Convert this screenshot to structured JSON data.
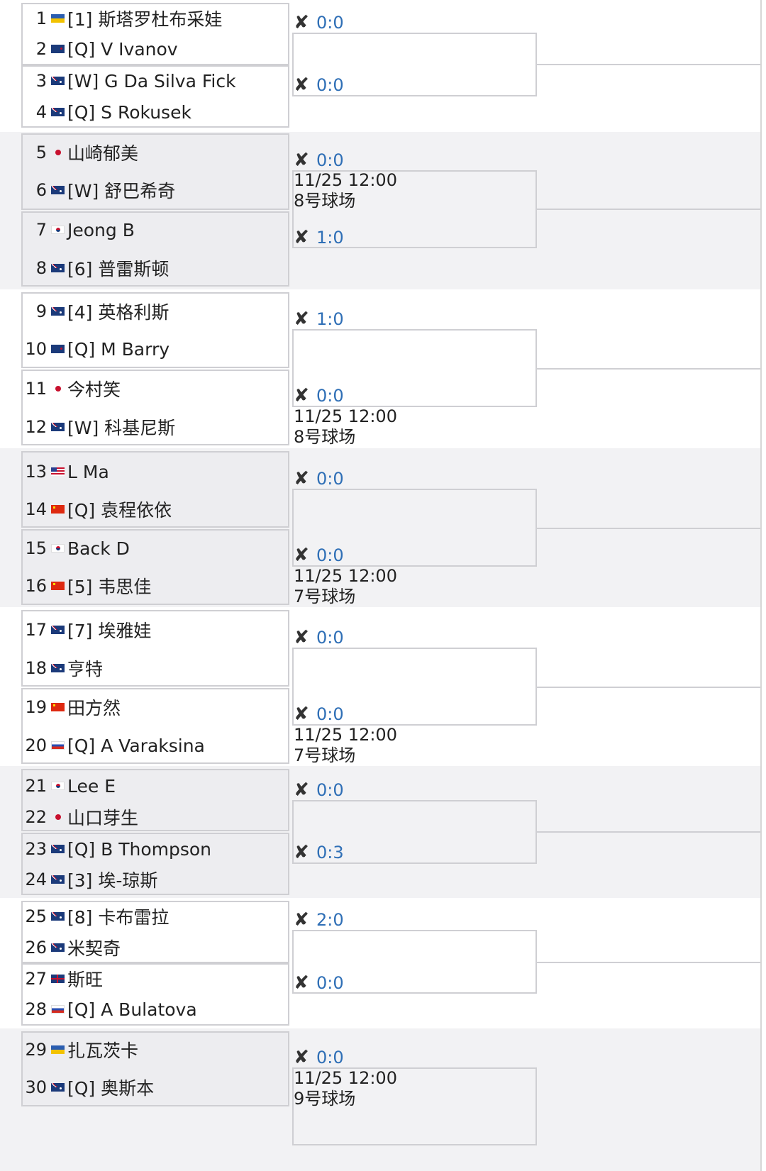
{
  "icon_names": {
    "score": "tennis-racket-icon"
  },
  "colors": {
    "score_text": "#2f6fb6",
    "border": "#cfcfd3",
    "alt_background": "#f2f2f4"
  },
  "blocks": [
    {
      "alt": false,
      "players": [
        {
          "num": "1",
          "flag": "ukr",
          "name": "[1] 斯塔罗杜布采娃"
        },
        {
          "num": "2",
          "flag": "nzl",
          "name": "[Q] V Ivanov"
        },
        {
          "num": "3",
          "flag": "aus",
          "name": "[W] G Da Silva Fick"
        },
        {
          "num": "4",
          "flag": "aus",
          "name": "[Q] S Rokusek"
        }
      ],
      "scores": [
        "0:0",
        "0:0"
      ],
      "schedule": []
    },
    {
      "alt": true,
      "players": [
        {
          "num": "5",
          "flag": "jpn",
          "name": "山崎郁美"
        },
        {
          "num": "6",
          "flag": "aus",
          "name": "[W] 舒巴希奇"
        },
        {
          "num": "7",
          "flag": "kor",
          "name": "Jeong B"
        },
        {
          "num": "8",
          "flag": "aus",
          "name": "[6] 普雷斯顿"
        }
      ],
      "scores": [
        "0:0",
        "1:0"
      ],
      "schedule": [
        "11/25 12:00",
        "8号球场"
      ]
    },
    {
      "alt": false,
      "players": [
        {
          "num": "9",
          "flag": "aus",
          "name": "[4] 英格利斯"
        },
        {
          "num": "10",
          "flag": "nzl",
          "name": "[Q] M Barry"
        },
        {
          "num": "11",
          "flag": "jpn",
          "name": "今村笑"
        },
        {
          "num": "12",
          "flag": "aus",
          "name": "[W] 科基尼斯"
        }
      ],
      "scores": [
        "1:0",
        "0:0"
      ],
      "schedule": [
        "11/25 12:00",
        "8号球场"
      ]
    },
    {
      "alt": true,
      "players": [
        {
          "num": "13",
          "flag": "usa",
          "name": "L Ma"
        },
        {
          "num": "14",
          "flag": "chn",
          "name": "[Q] 袁程依依"
        },
        {
          "num": "15",
          "flag": "kor",
          "name": "Back D"
        },
        {
          "num": "16",
          "flag": "chn",
          "name": "[5] 韦思佳"
        }
      ],
      "scores": [
        "0:0",
        "0:0"
      ],
      "schedule": [
        "11/25 12:00",
        "7号球场"
      ]
    },
    {
      "alt": false,
      "players": [
        {
          "num": "17",
          "flag": "aus",
          "name": "[7] 埃雅娃"
        },
        {
          "num": "18",
          "flag": "aus",
          "name": "亨特"
        },
        {
          "num": "19",
          "flag": "chn",
          "name": "田方然"
        },
        {
          "num": "20",
          "flag": "rus",
          "name": "[Q] A Varaksina"
        }
      ],
      "scores": [
        "0:0",
        "0:0"
      ],
      "schedule": [
        "11/25 12:00",
        "7号球场"
      ]
    },
    {
      "alt": true,
      "players": [
        {
          "num": "21",
          "flag": "kor",
          "name": "Lee E"
        },
        {
          "num": "22",
          "flag": "jpn",
          "name": "山口芽生"
        },
        {
          "num": "23",
          "flag": "aus",
          "name": "[Q] B Thompson"
        },
        {
          "num": "24",
          "flag": "aus",
          "name": "[3] 埃-琼斯"
        }
      ],
      "scores": [
        "0:0",
        "0:3"
      ],
      "schedule": []
    },
    {
      "alt": false,
      "players": [
        {
          "num": "25",
          "flag": "aus",
          "name": "[8] 卡布雷拉"
        },
        {
          "num": "26",
          "flag": "aus",
          "name": "米契奇"
        },
        {
          "num": "27",
          "flag": "gbr",
          "name": "斯旺"
        },
        {
          "num": "28",
          "flag": "rus",
          "name": "[Q] A Bulatova"
        }
      ],
      "scores": [
        "2:0",
        "0:0"
      ],
      "schedule": []
    },
    {
      "alt": true,
      "players": [
        {
          "num": "29",
          "flag": "ukr",
          "name": "扎瓦茨卡"
        },
        {
          "num": "30",
          "flag": "aus",
          "name": "[Q] 奥斯本"
        }
      ],
      "scores": [
        "0:0"
      ],
      "schedule": [
        "11/25 12:00",
        "9号球场"
      ]
    }
  ]
}
